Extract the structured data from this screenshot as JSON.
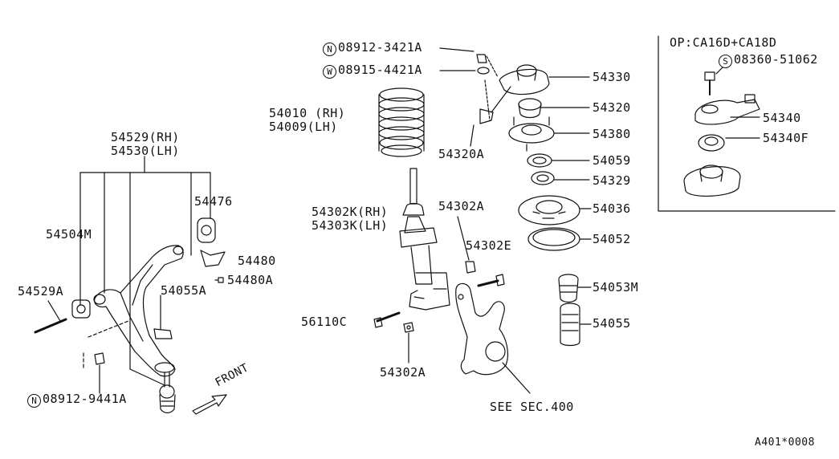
{
  "labels": {
    "p08912_3421A": {
      "prefix": "N",
      "text": "08912-3421A"
    },
    "p08915_4421A": {
      "prefix": "W",
      "text": "08915-4421A"
    },
    "p54330": "54330",
    "p54010": "54010 (RH)",
    "p54009": "54009(LH)",
    "p54320": "54320",
    "p54380": "54380",
    "p54320A": "54320A",
    "p54059": "54059",
    "p54329": "54329",
    "p54529": "54529(RH)",
    "p54530": "54530(LH)",
    "p54476": "54476",
    "p54504M": "54504M",
    "p54480": "54480",
    "p54480A": "54480A",
    "p54529A": "54529A",
    "p54055A": "54055A",
    "p08912_9441A": {
      "prefix": "N",
      "text": "08912-9441A"
    },
    "front": "FRONT",
    "p54302K": "54302K(RH)",
    "p54303K": "54303K(LH)",
    "p54302A_top": "54302A",
    "p54036": "54036",
    "p54052": "54052",
    "p54302E": "54302E",
    "p56110C": "56110C",
    "p54053M": "54053M",
    "p54055": "54055",
    "p54302A_bottom": "54302A",
    "see_sec": "SEE SEC.400",
    "op_header": "OP:CA16D+CA18D",
    "p08360_51062": {
      "prefix": "S",
      "text": "08360-51062"
    },
    "p54340": "54340",
    "p54340F": "54340F",
    "diagram_code": "A401*0008"
  }
}
